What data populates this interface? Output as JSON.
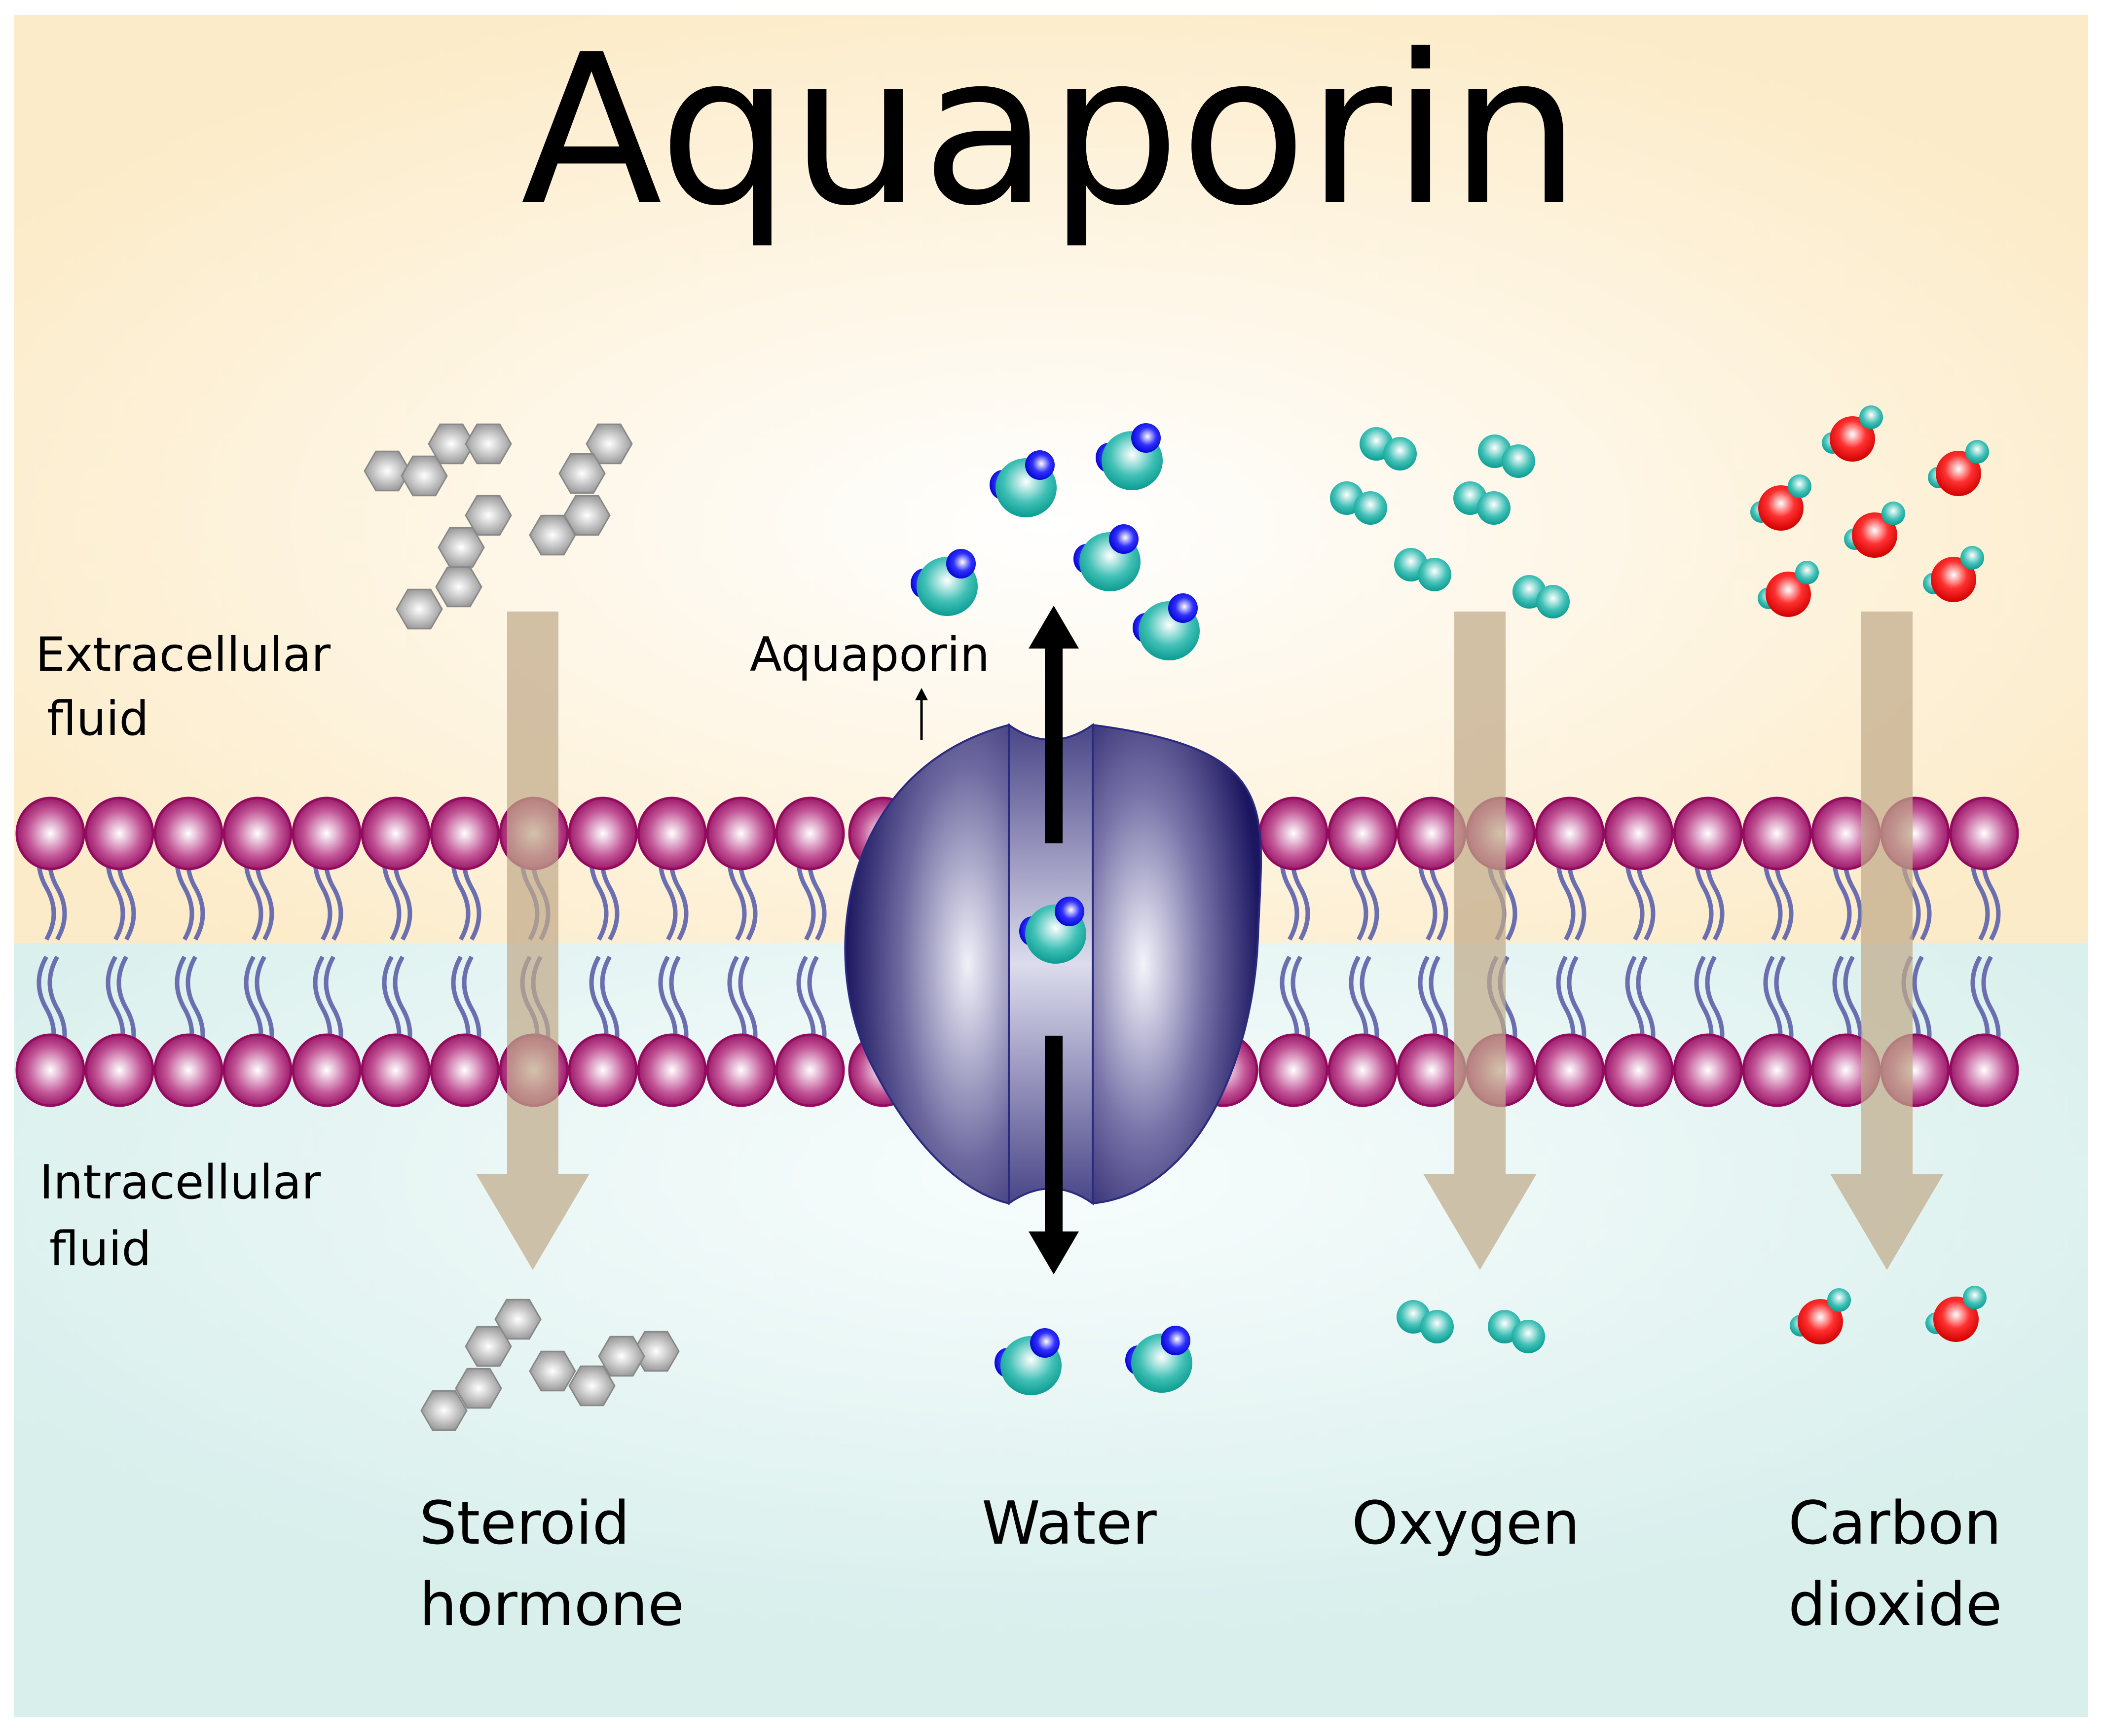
{
  "title": "Aquaporin",
  "regions": {
    "extracellular": [
      "Extracellular",
      "fluid"
    ],
    "intracellular": [
      "Intracellular",
      "fluid"
    ]
  },
  "protein_label": "Aquaporin",
  "molecules": [
    {
      "id": "steroid",
      "label": [
        "Steroid",
        "hormone"
      ],
      "passes": "diffusion"
    },
    {
      "id": "water",
      "label": [
        "Water"
      ],
      "passes": "aquaporin"
    },
    {
      "id": "oxygen",
      "label": [
        "Oxygen"
      ],
      "passes": "diffusion"
    },
    {
      "id": "co2",
      "label": [
        "Carbon",
        "dioxide"
      ],
      "passes": "diffusion"
    }
  ],
  "colors": {
    "extracellular_bg": "#fdefd2",
    "intracellular_bg": "#dcf0ee",
    "phospholipid_head": "#9c1a6a",
    "lipid_tail": "#6b6fb0",
    "protein": "#1e1a62",
    "arrow_diffusion": "#c0aa8a",
    "hydrogen_water": "#1414e6",
    "oxygen_atom": "#14a89e",
    "carbon_red": "#e60f0f",
    "steroid_gray": "#9a9a9a"
  }
}
